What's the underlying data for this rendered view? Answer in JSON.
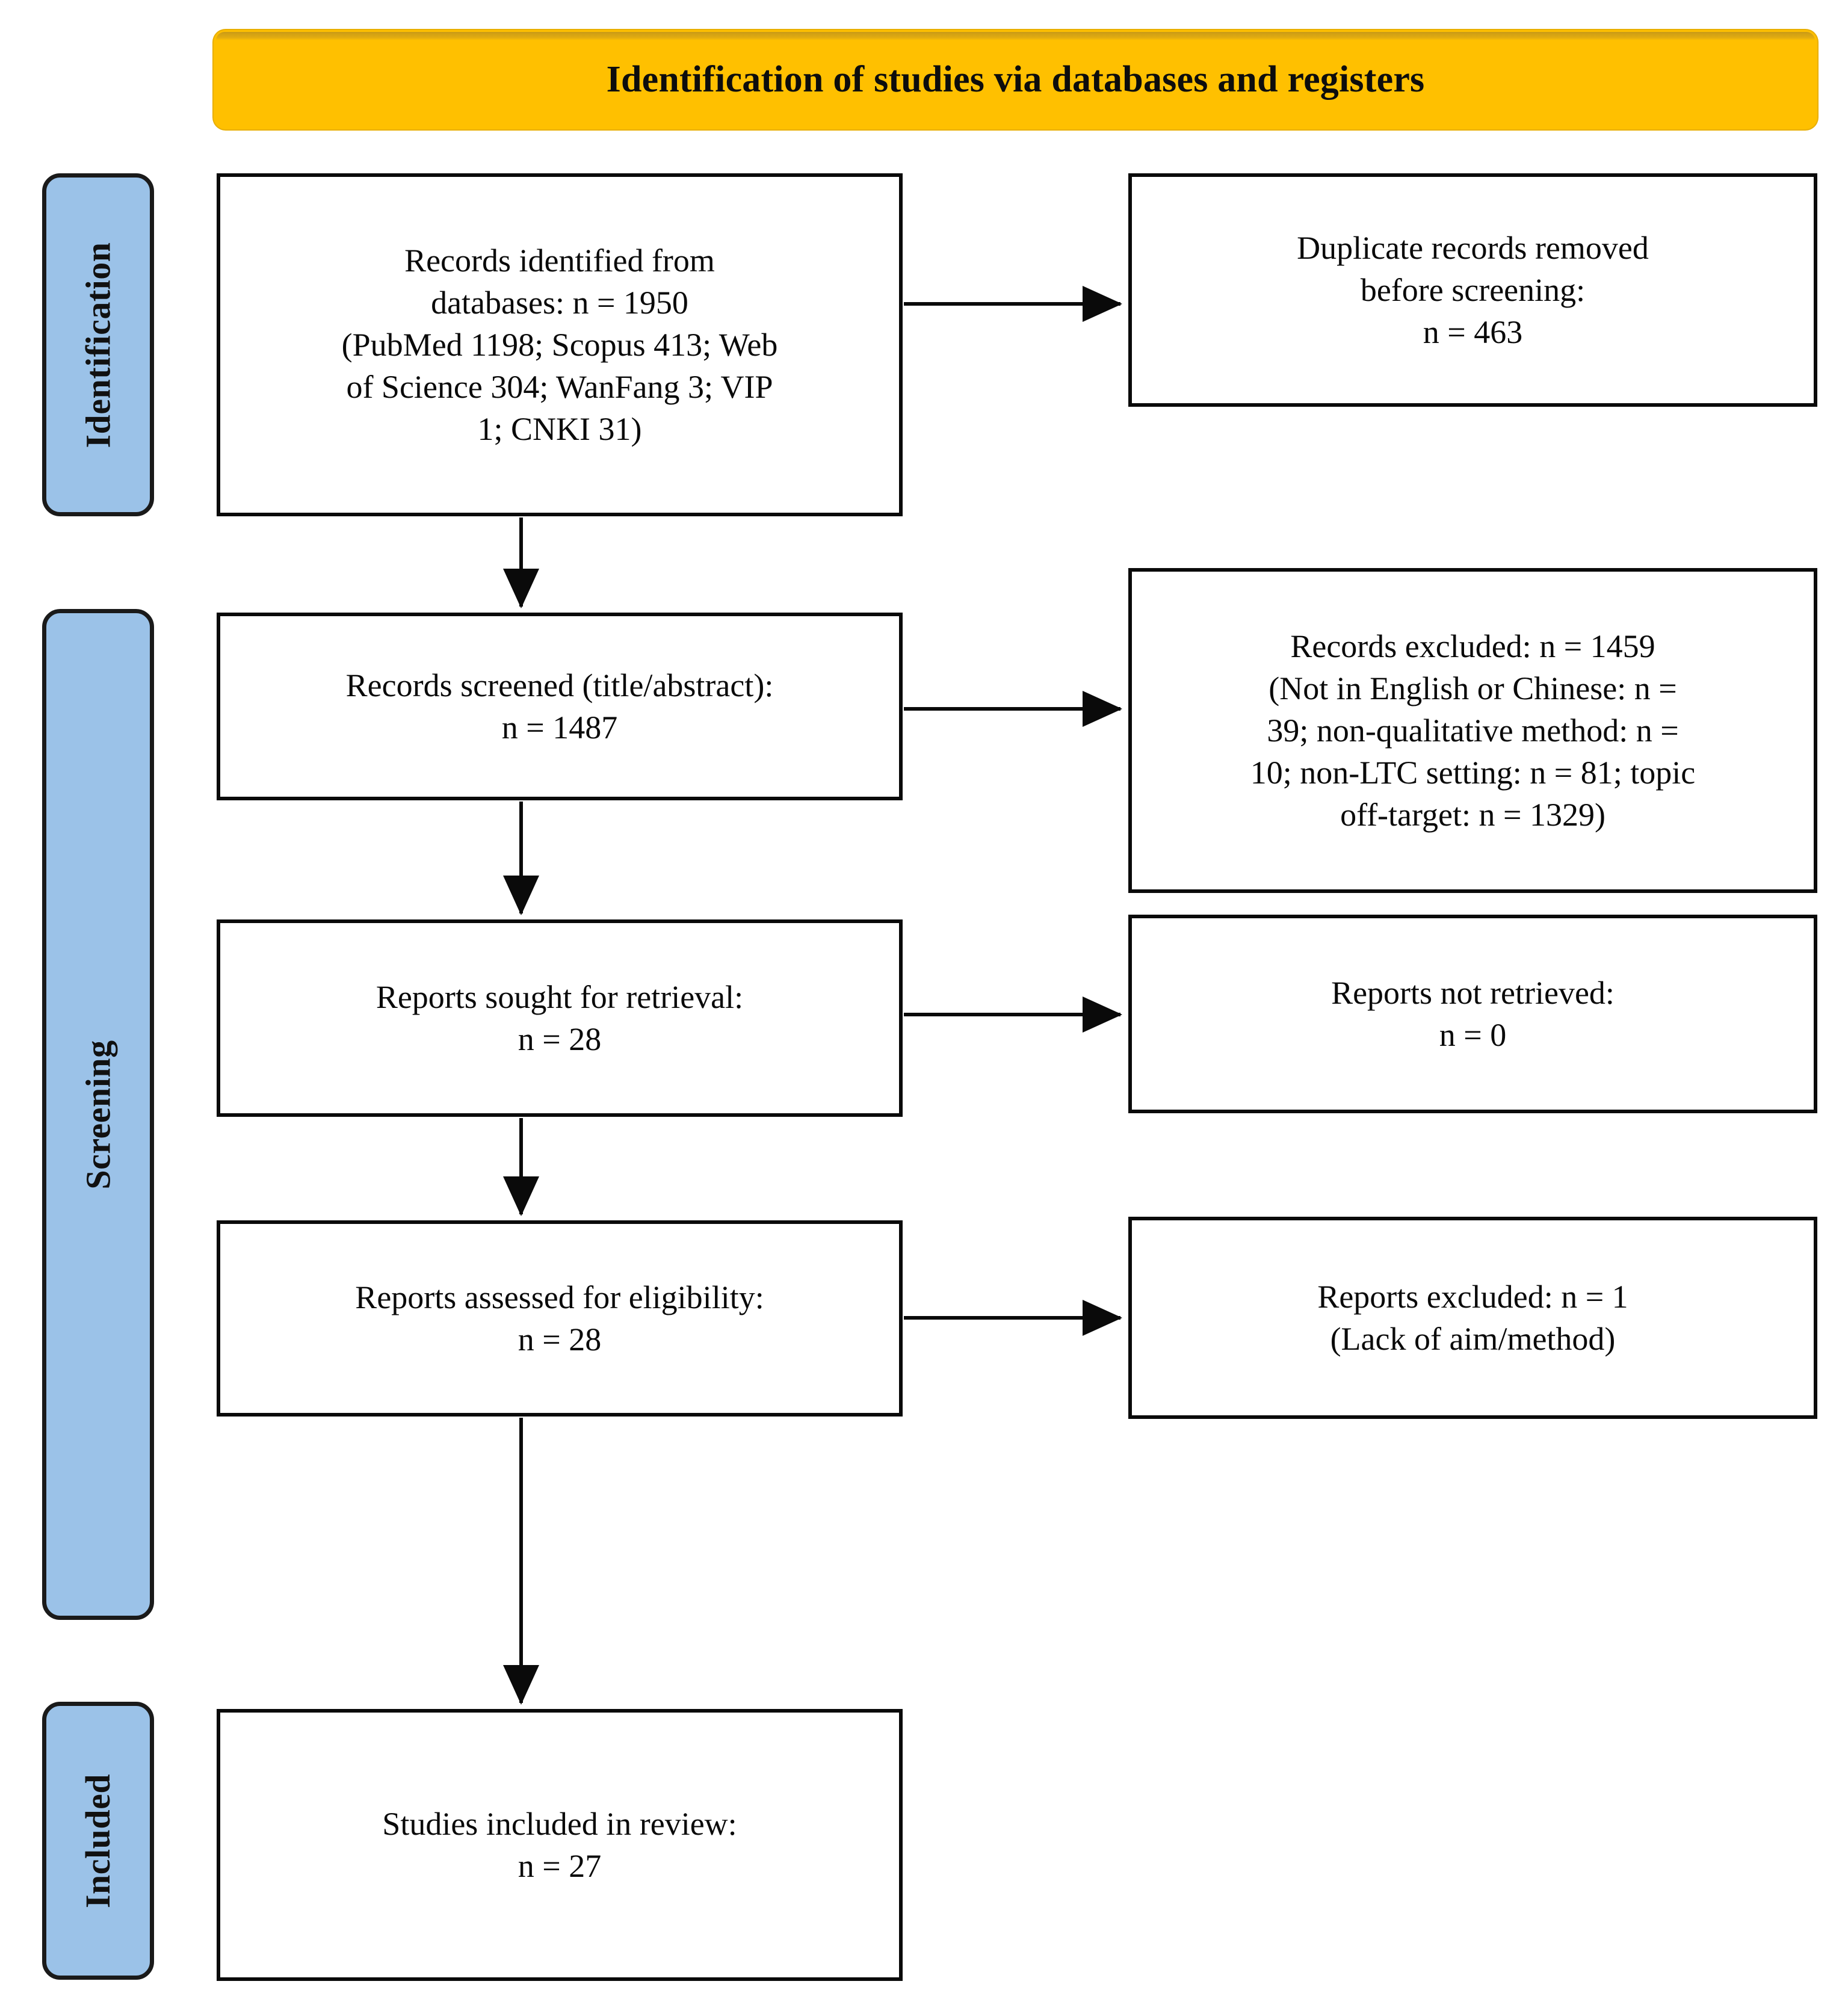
{
  "diagram": {
    "title": "Identification of studies via databases and registers",
    "accent_banner_color": "#FFC000",
    "stage_bar_color": "#9BC2E8",
    "box_border_color": "#0A0A0A"
  },
  "stages": [
    {
      "id": "identification",
      "label": "Identification"
    },
    {
      "id": "screening",
      "label": "Screening"
    },
    {
      "id": "included",
      "label": "Included"
    }
  ],
  "boxes": {
    "identified": "Records identified from\ndatabases: n = 1950\n(PubMed 1198; Scopus 413; Web\nof Science 304;   WanFang 3; VIP\n1; CNKI 31)",
    "duplicates": "Duplicate records removed\nbefore screening:\nn = 463",
    "screened": "Records screened (title/abstract):\nn = 1487",
    "records_excluded": "Records excluded: n = 1459\n(Not in English or Chinese: n =\n39; non-qualitative method: n =\n10; non-LTC setting: n = 81; topic\noff-target: n = 1329)",
    "sought": "Reports sought for retrieval:\nn = 28",
    "not_retrieved": "Reports not retrieved:\nn = 0",
    "assessed": "Reports assessed for eligibility:\nn = 28",
    "reports_excluded": "Reports excluded: n = 1\n(Lack of aim/method)",
    "included": "Studies included in review:\nn = 27"
  },
  "chart_data": {
    "type": "flowchart",
    "title": "Identification of studies via databases and registers",
    "stages": [
      "Identification",
      "Screening",
      "Included"
    ],
    "nodes": [
      {
        "id": "identified",
        "stage": "Identification",
        "label": "Records identified from databases",
        "n": 1950,
        "breakdown": [
          {
            "source": "PubMed",
            "n": 1198
          },
          {
            "source": "Scopus",
            "n": 413
          },
          {
            "source": "Web of Science",
            "n": 304
          },
          {
            "source": "WanFang",
            "n": 3
          },
          {
            "source": "VIP",
            "n": 1
          },
          {
            "source": "CNKI",
            "n": 31
          }
        ]
      },
      {
        "id": "duplicates",
        "stage": "Identification",
        "label": "Duplicate records removed before screening",
        "n": 463
      },
      {
        "id": "screened",
        "stage": "Screening",
        "label": "Records screened (title/abstract)",
        "n": 1487
      },
      {
        "id": "records_excluded",
        "stage": "Screening",
        "label": "Records excluded",
        "n": 1459,
        "breakdown": [
          {
            "reason": "Not in English or Chinese",
            "n": 39
          },
          {
            "reason": "non-qualitative method",
            "n": 10
          },
          {
            "reason": "non-LTC setting",
            "n": 81
          },
          {
            "reason": "topic off-target",
            "n": 1329
          }
        ]
      },
      {
        "id": "sought",
        "stage": "Screening",
        "label": "Reports sought for retrieval",
        "n": 28
      },
      {
        "id": "not_retrieved",
        "stage": "Screening",
        "label": "Reports not retrieved",
        "n": 0
      },
      {
        "id": "assessed",
        "stage": "Screening",
        "label": "Reports assessed for eligibility",
        "n": 28
      },
      {
        "id": "reports_excluded",
        "stage": "Screening",
        "label": "Reports excluded",
        "n": 1,
        "breakdown": [
          {
            "reason": "Lack of aim/method",
            "n": 1
          }
        ]
      },
      {
        "id": "included",
        "stage": "Included",
        "label": "Studies included in review",
        "n": 27
      }
    ],
    "edges": [
      {
        "from": "identified",
        "to": "duplicates",
        "direction": "right"
      },
      {
        "from": "identified",
        "to": "screened",
        "direction": "down"
      },
      {
        "from": "screened",
        "to": "records_excluded",
        "direction": "right"
      },
      {
        "from": "screened",
        "to": "sought",
        "direction": "down"
      },
      {
        "from": "sought",
        "to": "not_retrieved",
        "direction": "right"
      },
      {
        "from": "sought",
        "to": "assessed",
        "direction": "down"
      },
      {
        "from": "assessed",
        "to": "reports_excluded",
        "direction": "right"
      },
      {
        "from": "assessed",
        "to": "included",
        "direction": "down"
      }
    ]
  }
}
